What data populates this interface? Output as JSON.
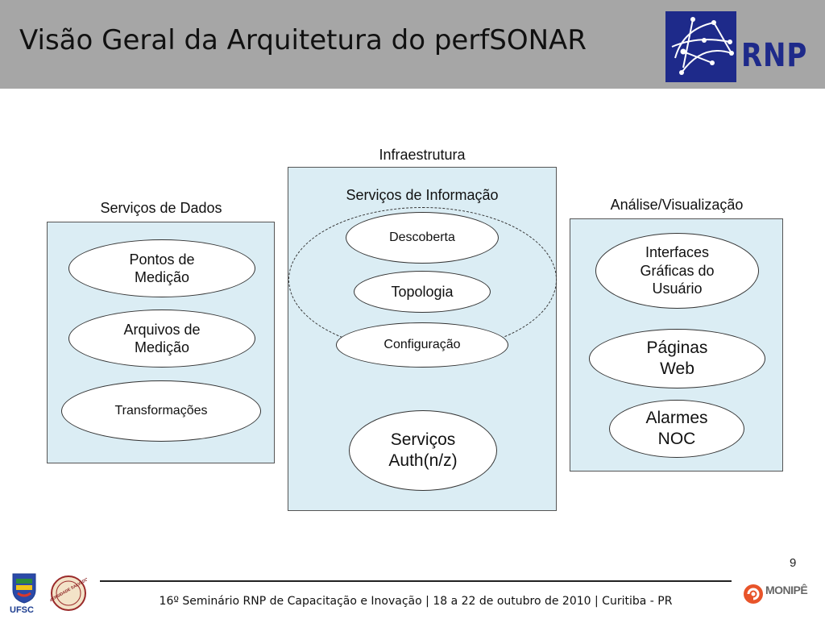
{
  "header": {
    "title": "Visão Geral da Arquitetura do perfSONAR",
    "logo_text": "RNP",
    "brand_color": "#1e2a8a"
  },
  "columns": {
    "dados": {
      "label": "Serviços de Dados",
      "items": [
        {
          "line1": "Pontos de",
          "line2": "Medição"
        },
        {
          "line1": "Arquivos de",
          "line2": "Medição"
        },
        {
          "line1": "Transformações"
        }
      ]
    },
    "infra": {
      "label": "Infraestrutura",
      "sublabel": "Serviços de Informação",
      "items": [
        {
          "line1": "Descoberta"
        },
        {
          "line1": "Topologia"
        },
        {
          "line1": "Configuração"
        },
        {
          "line1": "Serviços",
          "line2": "Auth(n/z)"
        }
      ]
    },
    "analise": {
      "label": "Análise/Visualização",
      "items": [
        {
          "line1": "Interfaces",
          "line2": "Gráficas do",
          "line3": "Usuário"
        },
        {
          "line1": "Páginas",
          "line2": "Web"
        },
        {
          "line1": "Alarmes",
          "line2": "NOC"
        }
      ]
    }
  },
  "panel_color": "#dbedf4",
  "footer": {
    "page_number": "9",
    "text": "16º Seminário RNP de Capacitação e Inovação   |   18 a 22 de outubro de 2010   |   Curitiba - PR",
    "left_logo_text": "UFSC",
    "seal_text": "UNIVERSIDADE SALVADOR",
    "right_logo_text": "MONIPÊ"
  }
}
